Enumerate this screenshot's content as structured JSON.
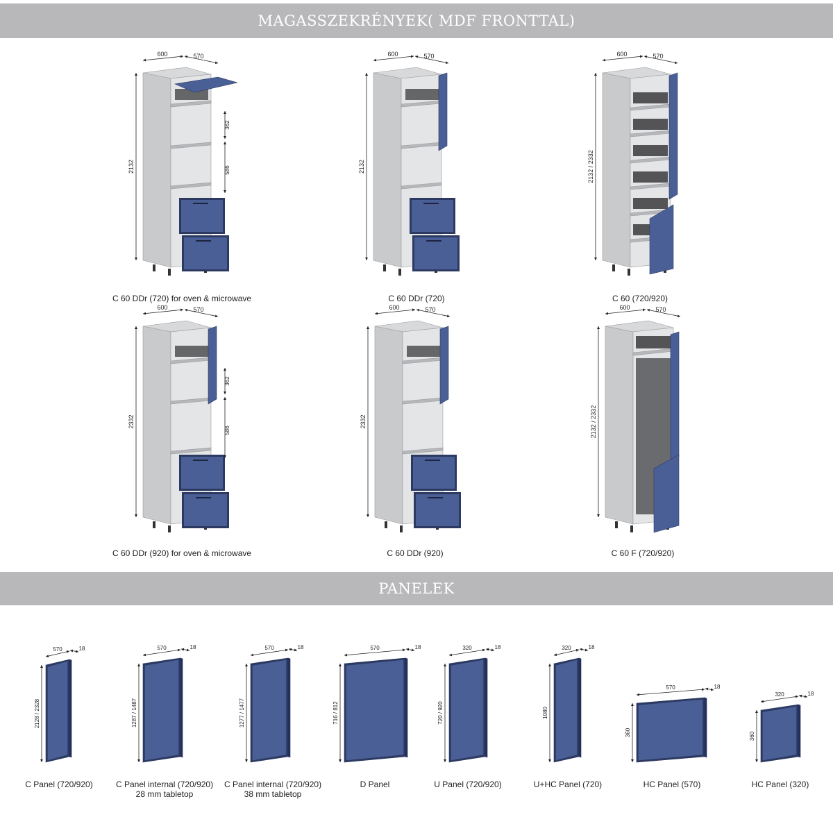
{
  "sections": {
    "tall_cabinets_title": "MAGASSZEKRÉNYEK( MDF FRONTTAL)",
    "panels_title": "PANELEK"
  },
  "colors": {
    "banner": "#b8b8bb",
    "carcass": "#c9cacc",
    "interior": "#e4e5e6",
    "front_blue": "#4a5f96",
    "front_blue_dark": "#2c3a62"
  },
  "cabinets": [
    {
      "caption": "C 60 DDr (720)  for oven & microwave",
      "width": "600",
      "depth": "570",
      "height": "2132",
      "niche_upper": "362",
      "niche_lower": "586"
    },
    {
      "caption": "C 60 DDr (720)",
      "width": "600",
      "depth": "570",
      "height": "2132"
    },
    {
      "caption": "C 60 (720/920)",
      "width": "600",
      "depth": "570",
      "height": "2132 / 2332"
    },
    {
      "caption": "C 60 DDr (920) for oven & microwave",
      "width": "600",
      "depth": "570",
      "height": "2332",
      "niche_upper": "362",
      "niche_lower": "586"
    },
    {
      "caption": "C 60 DDr (920)",
      "width": "600",
      "depth": "570",
      "height": "2332"
    },
    {
      "caption": "C 60 F (720/920)",
      "width": "600",
      "depth": "570",
      "height": "2132 / 2332"
    }
  ],
  "panels": [
    {
      "caption": "C Panel (720/920)",
      "width": "570",
      "thickness": "18",
      "height": "2128 / 2328"
    },
    {
      "caption": "C Panel internal (720/920)",
      "caption2": "28 mm tabletop",
      "width": "570",
      "thickness": "18",
      "height": "1287 / 1487"
    },
    {
      "caption": "C Panel internal (720/920)",
      "caption2": "38 mm tabletop",
      "width": "570",
      "thickness": "18",
      "height": "1277 / 1477"
    },
    {
      "caption": "D Panel",
      "width": "570",
      "thickness": "18",
      "height": "716 / 812"
    },
    {
      "caption": "U Panel (720/920)",
      "width": "320",
      "thickness": "18",
      "height": "720 / 920"
    },
    {
      "caption": "U+HC Panel (720)",
      "width": "320",
      "thickness": "18",
      "height": "1080"
    },
    {
      "caption": "HC Panel (570)",
      "width": "570",
      "thickness": "18",
      "height": "360"
    },
    {
      "caption": "HC Panel (320)",
      "width": "320",
      "thickness": "18",
      "height": "360"
    }
  ]
}
